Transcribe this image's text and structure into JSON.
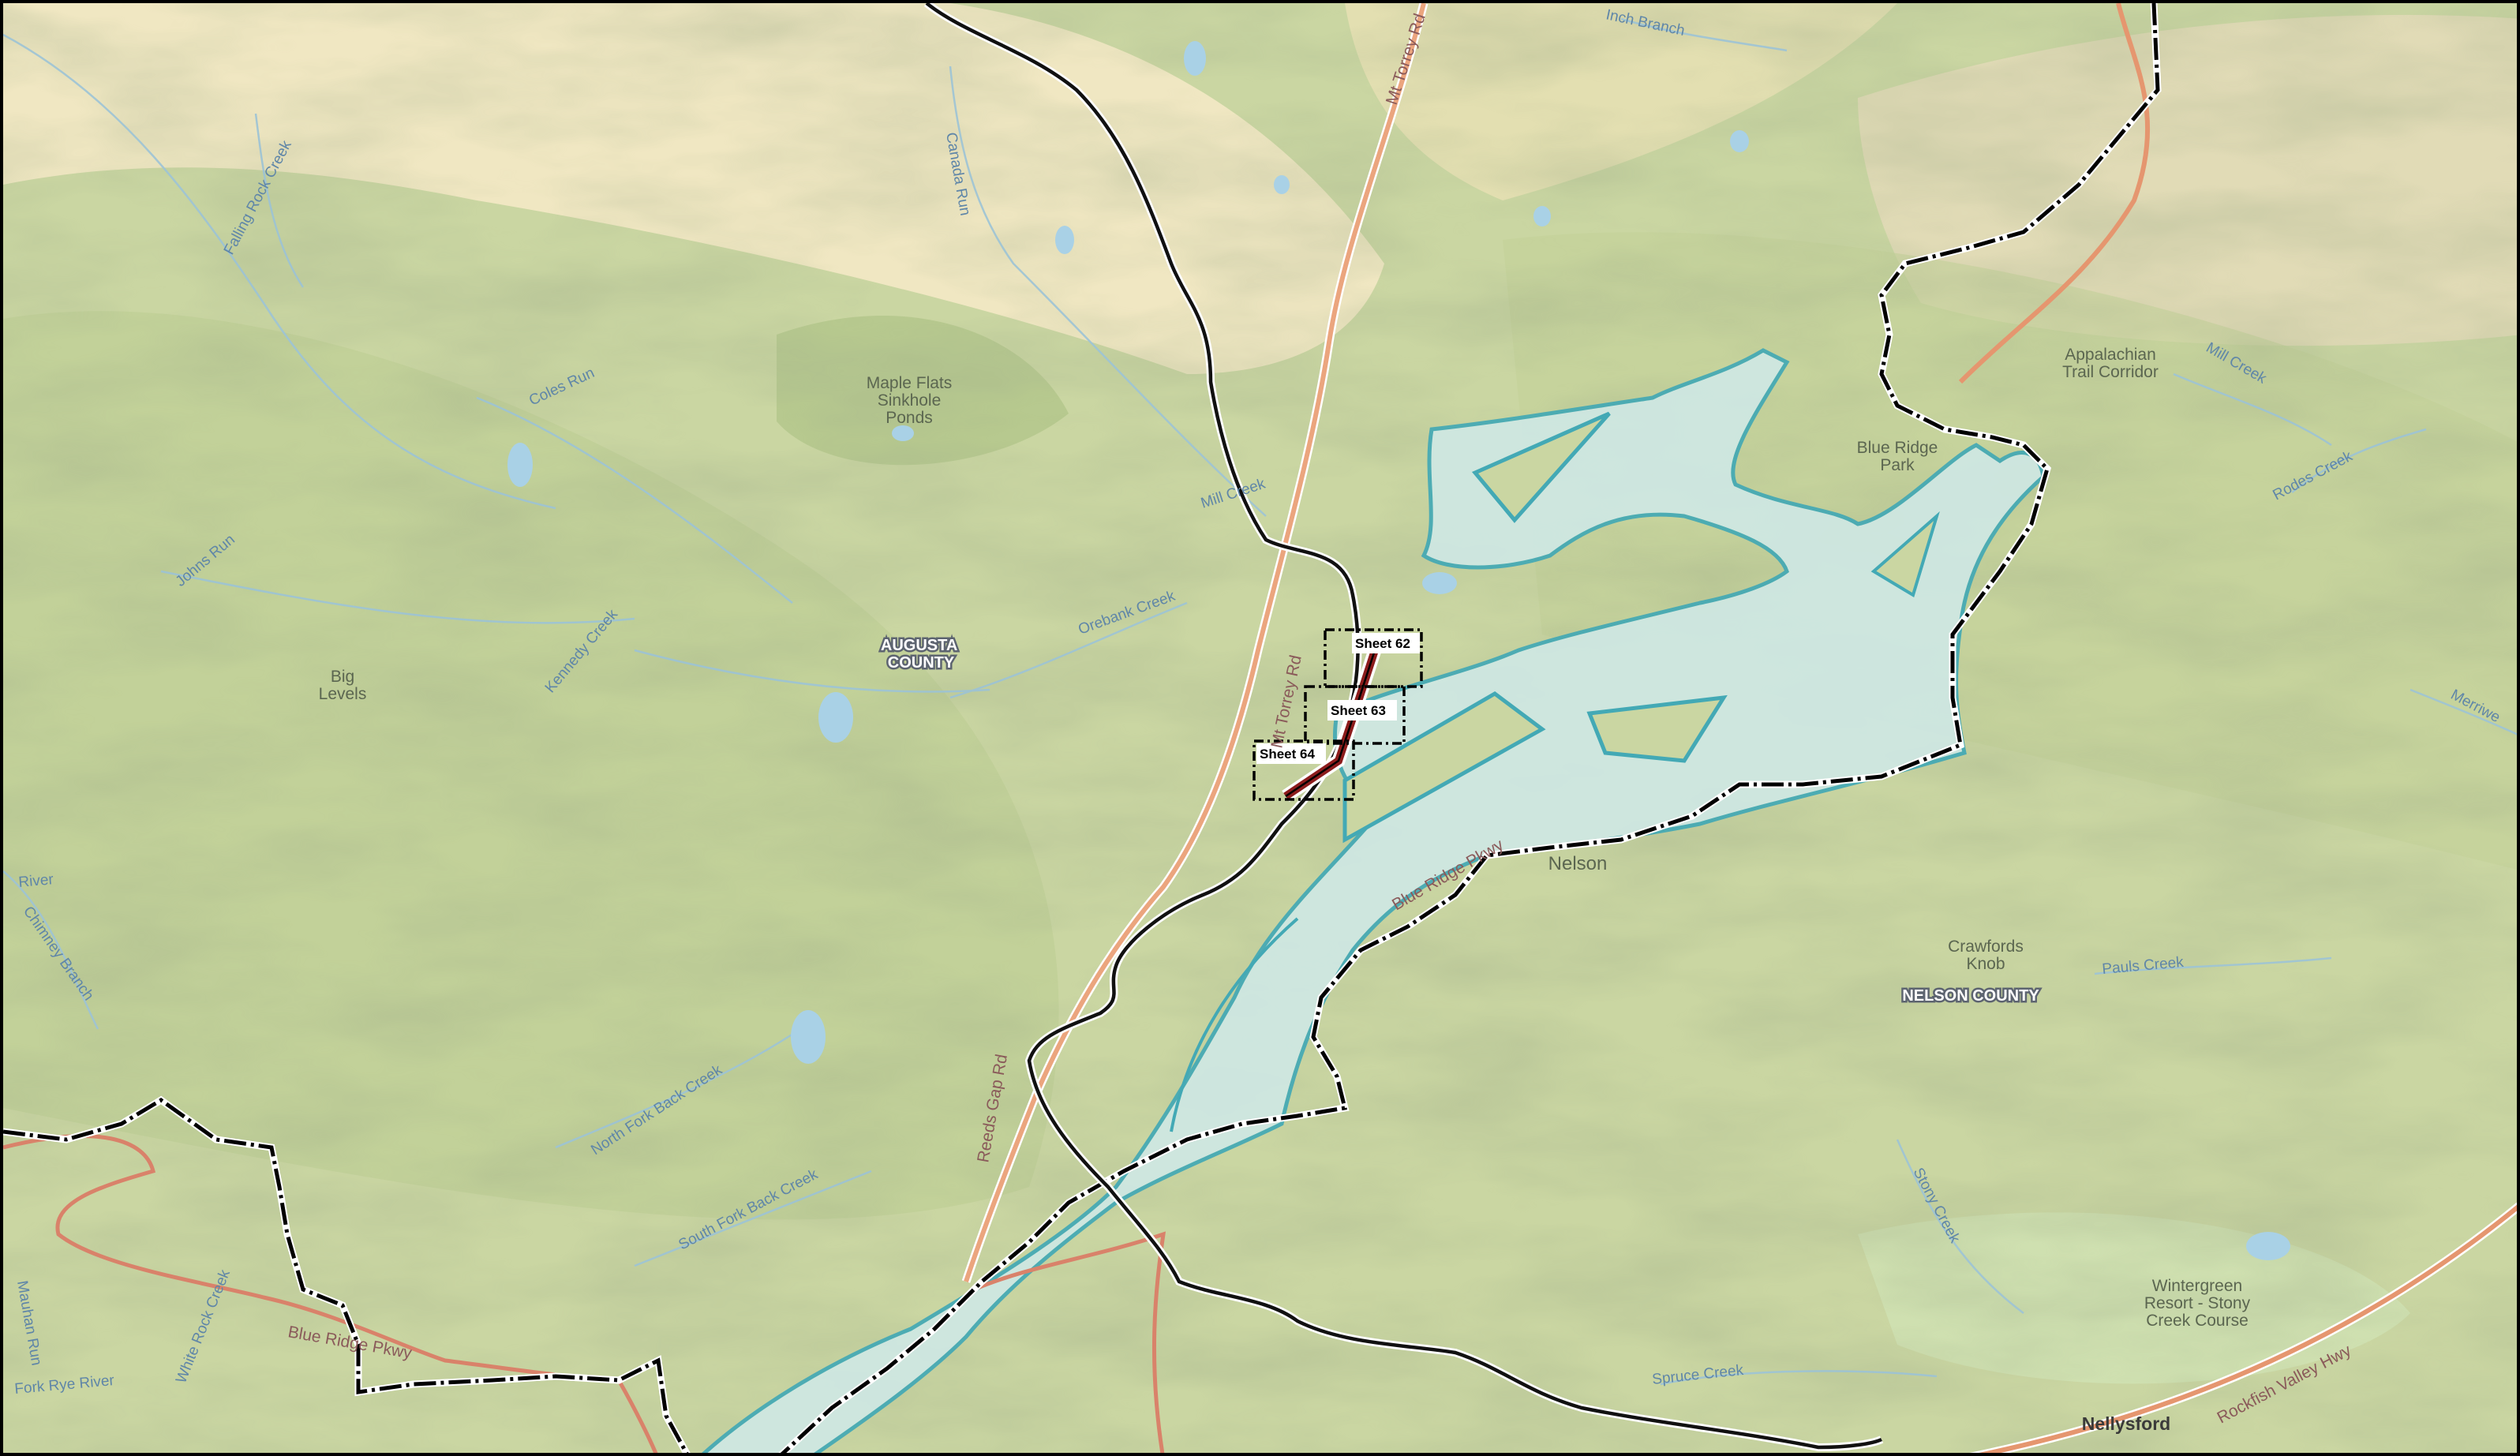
{
  "map": {
    "counties": {
      "augusta": "AUGUSTA\nCOUNTY",
      "nelson": "NELSON COUNTY"
    },
    "town": "Nellysford",
    "sheets": [
      "Sheet 62",
      "Sheet 63",
      "Sheet 64"
    ],
    "places": {
      "maple_flats": "Maple Flats\nSinkhole\nPonds",
      "big_levels": "Big\nLevels",
      "appalachian": "Appalachian\nTrail Corridor",
      "blue_ridge_park": "Blue Ridge\nPark",
      "nelson": "Nelson",
      "crawfords_knob": "Crawfords\nKnob",
      "wintergreen": "Wintergreen\nResort - Stony\nCreek Course"
    },
    "roads": {
      "mt_torrey_upper": "Mt Torrey Rd",
      "mt_torrey_lower": "Mt Torrey Rd",
      "reeds_gap": "Reeds Gap Rd",
      "blue_ridge_pkwy_left": "Blue Ridge Pkwy",
      "blue_ridge_pkwy_mid": "Blue Ridge Pkwy",
      "rockfish": "Rockfish Valley Hwy"
    },
    "water": {
      "inch_branch": "Inch Branch",
      "canada_run": "Canada Run",
      "falling_rock": "Falling Rock Creek",
      "coles_run": "Coles Run",
      "johns_run": "Johns Run",
      "kennedy": "Kennedy Creek",
      "orebank": "Orebank Creek",
      "mill_creek_center": "Mill Creek",
      "mill_creek_right": "Mill Creek",
      "rodes": "Rodes Creek",
      "pauls": "Pauls Creek",
      "stony": "Stony Creek",
      "spruce": "Spruce Creek",
      "north_fork_back": "North Fork Back Creek",
      "south_fork_back": "South Fork Back Creek",
      "white_rock": "White Rock Creek",
      "river": "River",
      "chimney": "Chimney Branch",
      "fork_rye": "Fork Rye River",
      "mauhan": "Mauhan Run",
      "merriwether": "Merriwe"
    },
    "colors": {
      "forest": "#cfd9a8",
      "valley": "#f2ebc6",
      "project_area": "#cfe8e4",
      "project_outline": "#43a9b5",
      "county_boundary": "#000000",
      "highway": "#e9a07a",
      "alignment": "#8c1c1c"
    }
  }
}
